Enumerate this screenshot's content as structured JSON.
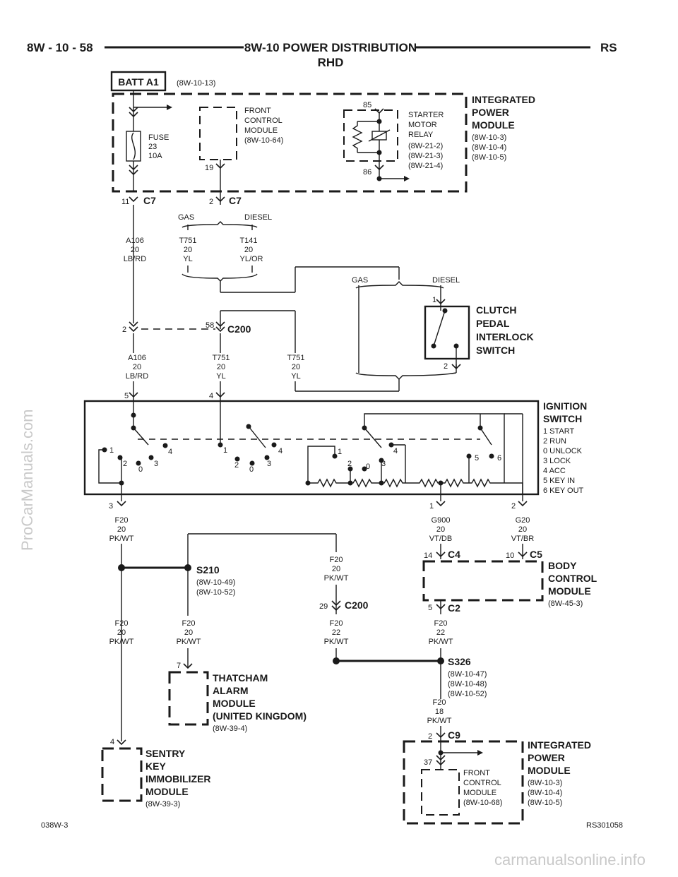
{
  "header": {
    "left": "8W - 10 - 58",
    "title": "8W-10 POWER DISTRIBUTION",
    "subtitle": "RHD",
    "right": "RS"
  },
  "batt": {
    "label": "BATT A1",
    "ref": "(8W-10-13)"
  },
  "ipm_top": {
    "name": [
      "INTEGRATED",
      "POWER",
      "MODULE"
    ],
    "refs": [
      "(8W-10-3)",
      "(8W-10-4)",
      "(8W-10-5)"
    ]
  },
  "fuse": [
    "FUSE",
    "23",
    "10A"
  ],
  "fcm_top": {
    "lines": [
      "FRONT",
      "CONTROL",
      "MODULE",
      "(8W-10-64)"
    ],
    "pin": "19"
  },
  "relay": {
    "lines": [
      "STARTER",
      "MOTOR",
      "RELAY",
      "(8W-21-2)",
      "(8W-21-3)",
      "(8W-21-4)"
    ],
    "pin_top": "85",
    "pin_bottom": "86"
  },
  "c7": {
    "label": "C7",
    "pin_a": "11",
    "pin_b": "2"
  },
  "gas": "GAS",
  "diesel": "DIESEL",
  "wires": {
    "a106": [
      "A106",
      "20",
      "LB/RD"
    ],
    "t751": [
      "T751",
      "20",
      "YL"
    ],
    "t141": [
      "T141",
      "20",
      "YL/OR"
    ],
    "f20_pkwt": [
      "F20",
      "20",
      "PK/WT"
    ],
    "f20_22": [
      "F20",
      "22",
      "PK/WT"
    ],
    "f20_18": [
      "F20",
      "18",
      "PK/WT"
    ],
    "g900": [
      "G900",
      "20",
      "VT/DB"
    ],
    "g20": [
      "G20",
      "20",
      "VT/BR"
    ]
  },
  "c200": {
    "label": "C200",
    "pin_a": "2",
    "pin_b": "58",
    "pin_c": "29"
  },
  "clutch": {
    "name": [
      "CLUTCH",
      "PEDAL",
      "INTERLOCK",
      "SWITCH"
    ],
    "pin1": "1",
    "pin2": "2"
  },
  "ign": {
    "name": [
      "IGNITION",
      "SWITCH"
    ],
    "legend": [
      "1 START",
      "2 RUN",
      "0 UNLOCK",
      "3 LOCK",
      "4 ACC",
      "5 KEY IN",
      "6 KEY OUT"
    ],
    "pins_top": [
      "5",
      "4"
    ],
    "pins_bottom": [
      "3",
      "1",
      "2"
    ],
    "contacts": [
      "1",
      "2",
      "0",
      "3",
      "4",
      "5",
      "6"
    ]
  },
  "bcm": {
    "name": [
      "BODY",
      "CONTROL",
      "MODULE"
    ],
    "ref": "(8W-45-3)",
    "c4": "C4",
    "c4_pin": "14",
    "c5": "C5",
    "c5_pin": "10",
    "c2": "C2",
    "c2_pin": "5"
  },
  "s210": {
    "label": "S210",
    "refs": [
      "(8W-10-49)",
      "(8W-10-52)"
    ]
  },
  "s326": {
    "label": "S326",
    "refs": [
      "(8W-10-47)",
      "(8W-10-48)",
      "(8W-10-52)"
    ]
  },
  "thatcham": {
    "name": [
      "THATCHAM",
      "ALARM",
      "MODULE",
      "(UNITED KINGDOM)"
    ],
    "ref": "(8W-39-4)",
    "pin": "7"
  },
  "sentry": {
    "name": [
      "SENTRY",
      "KEY",
      "IMMOBILIZER",
      "MODULE"
    ],
    "ref": "(8W-39-3)",
    "pin": "4"
  },
  "ipm_bottom": {
    "name": [
      "INTEGRATED",
      "POWER",
      "MODULE"
    ],
    "refs": [
      "(8W-10-3)",
      "(8W-10-4)",
      "(8W-10-5)"
    ],
    "c9": "C9",
    "c9_pin": "2",
    "fcm_pin": "37",
    "fcm": [
      "FRONT",
      "CONTROL",
      "MODULE",
      "(8W-10-68)"
    ]
  },
  "footer": {
    "left": "038W-3",
    "right": "RS301058"
  },
  "watermarks": {
    "side": "ProCarManuals.com",
    "bottom": "carmanualsonline.info"
  }
}
